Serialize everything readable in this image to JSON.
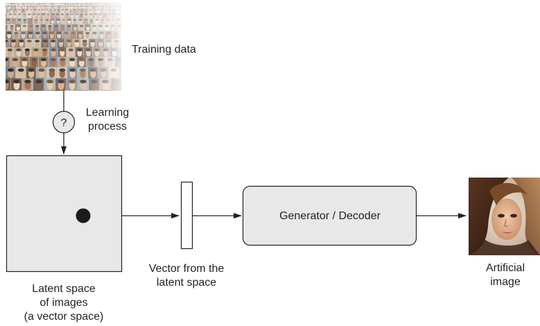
{
  "training_data": {
    "caption": "Training data",
    "image": "face-photo-grid"
  },
  "learning": {
    "symbol": "?",
    "label_lines": [
      "Learning",
      "process"
    ]
  },
  "latent_space": {
    "label_lines": [
      "Latent space",
      "of images",
      "(a vector space)"
    ]
  },
  "vector": {
    "label_lines": [
      "Vector from the",
      "latent space"
    ]
  },
  "generator": {
    "label": "Generator / Decoder"
  },
  "output": {
    "label_lines": [
      "Artificial",
      "image"
    ],
    "image": "generated-face-portrait"
  },
  "colors": {
    "box_fill": "#e8e8e8",
    "stroke": "#222222",
    "dot": "#1a1a1a"
  }
}
